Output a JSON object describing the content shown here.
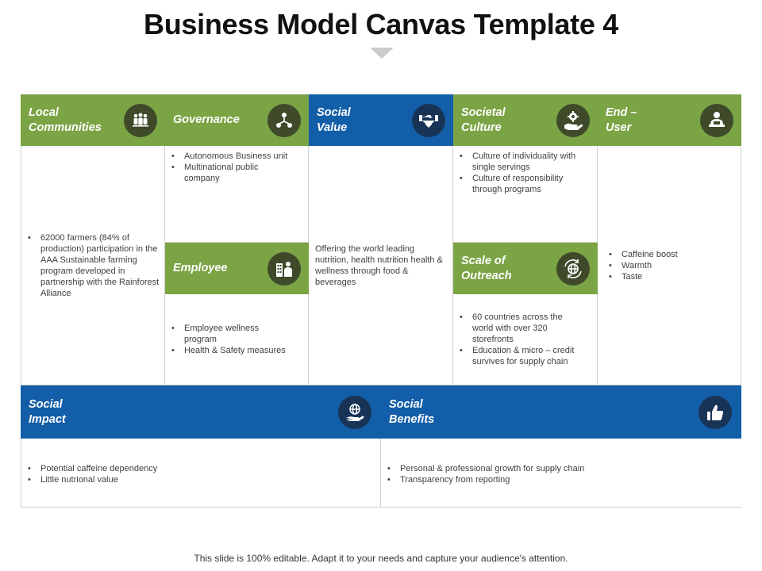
{
  "title": "Business Model Canvas Template 4",
  "colors": {
    "green": "#7ba445",
    "blue": "#135ea8",
    "green_icon_bg": "#3e4a2a",
    "blue_icon_bg": "#173457"
  },
  "sections": {
    "local_communities": {
      "label": "Local\nCommunities",
      "icon": "people-group-icon",
      "bullets": [
        "62000 farmers (84% of production) participation in the AAA  Sustainable farming program developed in partnership with the Rainforest Alliance"
      ]
    },
    "governance": {
      "label": "Governance",
      "icon": "network-hierarchy-icon",
      "bullets": [
        "Autonomous Business unit",
        "Multinational public company"
      ]
    },
    "social_value": {
      "label": "Social\n Value",
      "icon": "handshake-heart-icon",
      "text": "Offering the world leading nutrition, health nutrition health & wellness through food & beverages"
    },
    "societal_culture": {
      "label": "Societal\nCulture",
      "icon": "hand-gear-icon",
      "bullets": [
        "Culture of individuality with single servings",
        "Culture of responsibility through programs"
      ]
    },
    "end_user": {
      "label": "End –\nUser",
      "icon": "user-desk-icon",
      "bullets": [
        "Caffeine boost",
        "Warmth",
        "Taste"
      ]
    },
    "employee": {
      "label": "Employee",
      "icon": "employee-building-icon",
      "bullets": [
        "Employee wellness program",
        "Health & Safety measures"
      ]
    },
    "scale_of_outreach": {
      "label": "Scale of\nOutreach",
      "icon": "globe-cycle-icon",
      "bullets": [
        "60 countries across the world with over 320 storefronts",
        "Education & micro – credit survives for supply chain"
      ]
    },
    "social_impact": {
      "label": "Social\nImpact",
      "icon": "globe-hand-icon",
      "bullets": [
        "Potential caffeine dependency",
        "Little nutrional value"
      ]
    },
    "social_benefits": {
      "label": "Social\nBenefits",
      "icon": "thumbs-up-icon",
      "bullets": [
        "Personal & professional growth for supply chain",
        "Transparency from reporting"
      ]
    }
  },
  "footer": "This slide is 100% editable. Adapt it to your needs and capture your audience's attention."
}
